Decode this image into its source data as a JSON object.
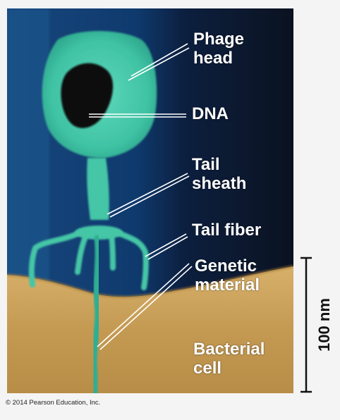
{
  "labels": {
    "phage_head": [
      "Phage",
      "head"
    ],
    "dna": "DNA",
    "tail_sheath": [
      "Tail",
      "sheath"
    ],
    "tail_fiber": "Tail fiber",
    "genetic_material": [
      "Genetic",
      "material"
    ],
    "bacterial_cell": [
      "Bacterial",
      "cell"
    ]
  },
  "scale_bar": {
    "label": "100 nm"
  },
  "copyright": "© 2014 Pearson Education, Inc.",
  "colors": {
    "background_blue": "#0f3a6e",
    "dark_right": "#0b1220",
    "phage_teal": "#3fc3a4",
    "dna_dark": "#0a0a0a",
    "bacterium_tan": "#c9a15a",
    "label_white": "#ffffff"
  }
}
